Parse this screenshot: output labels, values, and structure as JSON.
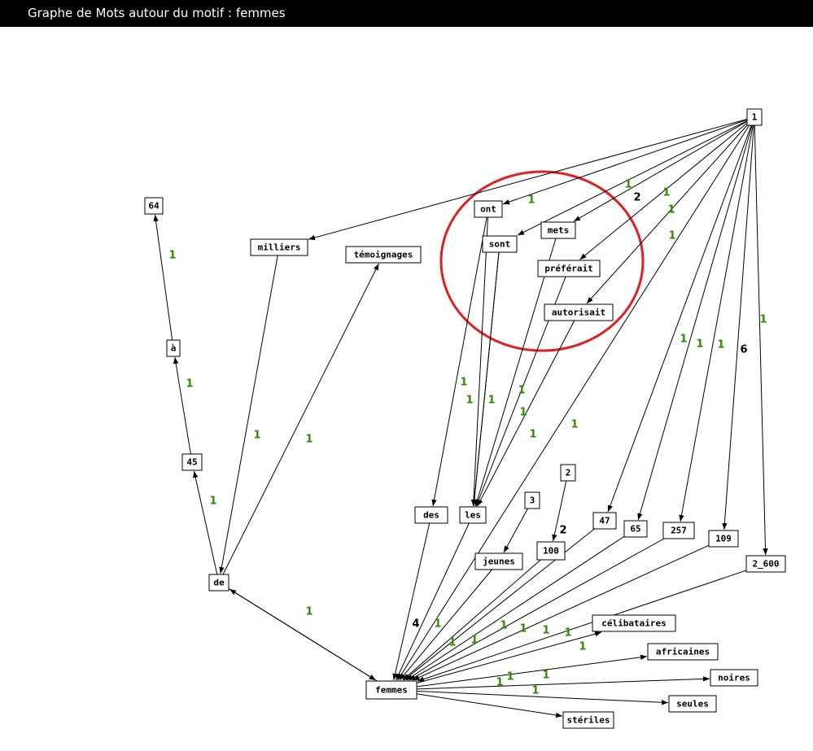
{
  "window": {
    "title": "Graphe de Mots autour du motif : femmes"
  },
  "colors": {
    "label_green": "#2f8a00",
    "label_black": "#000000",
    "annotation": "#e02020"
  },
  "nodes": [
    {
      "id": "n1",
      "label": "1"
    },
    {
      "id": "n64",
      "label": "64"
    },
    {
      "id": "milliers",
      "label": "milliers"
    },
    {
      "id": "temoignages",
      "label": "témoignages"
    },
    {
      "id": "ont",
      "label": "ont"
    },
    {
      "id": "sont",
      "label": "sont"
    },
    {
      "id": "mets",
      "label": "mets"
    },
    {
      "id": "preferait",
      "label": "préférait"
    },
    {
      "id": "autorisait",
      "label": "autorisait"
    },
    {
      "id": "a",
      "label": "à"
    },
    {
      "id": "n45",
      "label": "45"
    },
    {
      "id": "de",
      "label": "de"
    },
    {
      "id": "des",
      "label": "des"
    },
    {
      "id": "les",
      "label": "les"
    },
    {
      "id": "n3",
      "label": "3"
    },
    {
      "id": "n2",
      "label": "2"
    },
    {
      "id": "jeunes",
      "label": "jeunes"
    },
    {
      "id": "n100",
      "label": "100"
    },
    {
      "id": "n47",
      "label": "47"
    },
    {
      "id": "n65",
      "label": "65"
    },
    {
      "id": "n257",
      "label": "257"
    },
    {
      "id": "n109",
      "label": "109"
    },
    {
      "id": "n2600",
      "label": "2_600"
    },
    {
      "id": "celibataires",
      "label": "célibataires"
    },
    {
      "id": "africaines",
      "label": "africaines"
    },
    {
      "id": "noires",
      "label": "noires"
    },
    {
      "id": "seules",
      "label": "seules"
    },
    {
      "id": "femmes",
      "label": "femmes"
    },
    {
      "id": "steriles",
      "label": "stériles"
    }
  ],
  "edges": [
    {
      "from": "n1",
      "to": "milliers"
    },
    {
      "from": "n1",
      "to": "ont"
    },
    {
      "from": "n1",
      "to": "sont"
    },
    {
      "from": "n1",
      "to": "mets"
    },
    {
      "from": "n1",
      "to": "preferait"
    },
    {
      "from": "n1",
      "to": "autorisait"
    },
    {
      "from": "n1",
      "to": "n47"
    },
    {
      "from": "n1",
      "to": "n65"
    },
    {
      "from": "n1",
      "to": "n257"
    },
    {
      "from": "n1",
      "to": "n109"
    },
    {
      "from": "n1",
      "to": "n2600"
    },
    {
      "from": "n1",
      "to": "femmes"
    },
    {
      "from": "milliers",
      "to": "de"
    },
    {
      "from": "de",
      "to": "temoignages"
    },
    {
      "from": "de",
      "to": "n45"
    },
    {
      "from": "n45",
      "to": "a"
    },
    {
      "from": "a",
      "to": "n64"
    },
    {
      "from": "de",
      "to": "femmes"
    },
    {
      "from": "femmes",
      "to": "de"
    },
    {
      "from": "ont",
      "to": "des"
    },
    {
      "from": "ont",
      "to": "les"
    },
    {
      "from": "sont",
      "to": "les"
    },
    {
      "from": "sont",
      "to": "les"
    },
    {
      "from": "mets",
      "to": "les"
    },
    {
      "from": "preferait",
      "to": "les"
    },
    {
      "from": "autorisait",
      "to": "les"
    },
    {
      "from": "n3",
      "to": "jeunes"
    },
    {
      "from": "n2",
      "to": "n100"
    },
    {
      "from": "des",
      "to": "femmes"
    },
    {
      "from": "les",
      "to": "femmes"
    },
    {
      "from": "jeunes",
      "to": "femmes"
    },
    {
      "from": "n100",
      "to": "femmes"
    },
    {
      "from": "n47",
      "to": "femmes"
    },
    {
      "from": "n65",
      "to": "femmes"
    },
    {
      "from": "n257",
      "to": "femmes"
    },
    {
      "from": "n109",
      "to": "femmes"
    },
    {
      "from": "n2600",
      "to": "femmes"
    },
    {
      "from": "femmes",
      "to": "celibataires"
    },
    {
      "from": "femmes",
      "to": "africaines"
    },
    {
      "from": "femmes",
      "to": "noires"
    },
    {
      "from": "femmes",
      "to": "seules"
    },
    {
      "from": "femmes",
      "to": "steriles"
    }
  ],
  "edge_labels": [
    {
      "text": "1",
      "color": "green"
    },
    {
      "text": "1",
      "color": "green"
    },
    {
      "text": "2",
      "color": "black"
    },
    {
      "text": "1",
      "color": "green"
    },
    {
      "text": "1",
      "color": "green"
    },
    {
      "text": "1",
      "color": "green"
    },
    {
      "text": "1",
      "color": "green"
    },
    {
      "text": "1",
      "color": "green"
    },
    {
      "text": "1",
      "color": "green"
    },
    {
      "text": "1",
      "color": "green"
    },
    {
      "text": "1",
      "color": "green"
    },
    {
      "text": "1",
      "color": "green"
    },
    {
      "text": "1",
      "color": "green"
    },
    {
      "text": "1",
      "color": "green"
    },
    {
      "text": "1",
      "color": "green"
    },
    {
      "text": "1",
      "color": "green"
    },
    {
      "text": "1",
      "color": "green"
    },
    {
      "text": "1",
      "color": "green"
    },
    {
      "text": "1",
      "color": "green"
    },
    {
      "text": "1",
      "color": "green"
    },
    {
      "text": "1",
      "color": "green"
    },
    {
      "text": "6",
      "color": "black"
    },
    {
      "text": "1",
      "color": "green"
    },
    {
      "text": "1",
      "color": "green"
    },
    {
      "text": "2",
      "color": "black"
    },
    {
      "text": "4",
      "color": "black"
    },
    {
      "text": "1",
      "color": "green"
    },
    {
      "text": "1",
      "color": "green"
    },
    {
      "text": "1",
      "color": "green"
    },
    {
      "text": "1",
      "color": "green"
    },
    {
      "text": "1",
      "color": "green"
    },
    {
      "text": "1",
      "color": "green"
    },
    {
      "text": "1",
      "color": "green"
    },
    {
      "text": "1",
      "color": "green"
    },
    {
      "text": "1",
      "color": "green"
    },
    {
      "text": "1",
      "color": "green"
    },
    {
      "text": "1",
      "color": "green"
    },
    {
      "text": "1",
      "color": "green"
    }
  ]
}
